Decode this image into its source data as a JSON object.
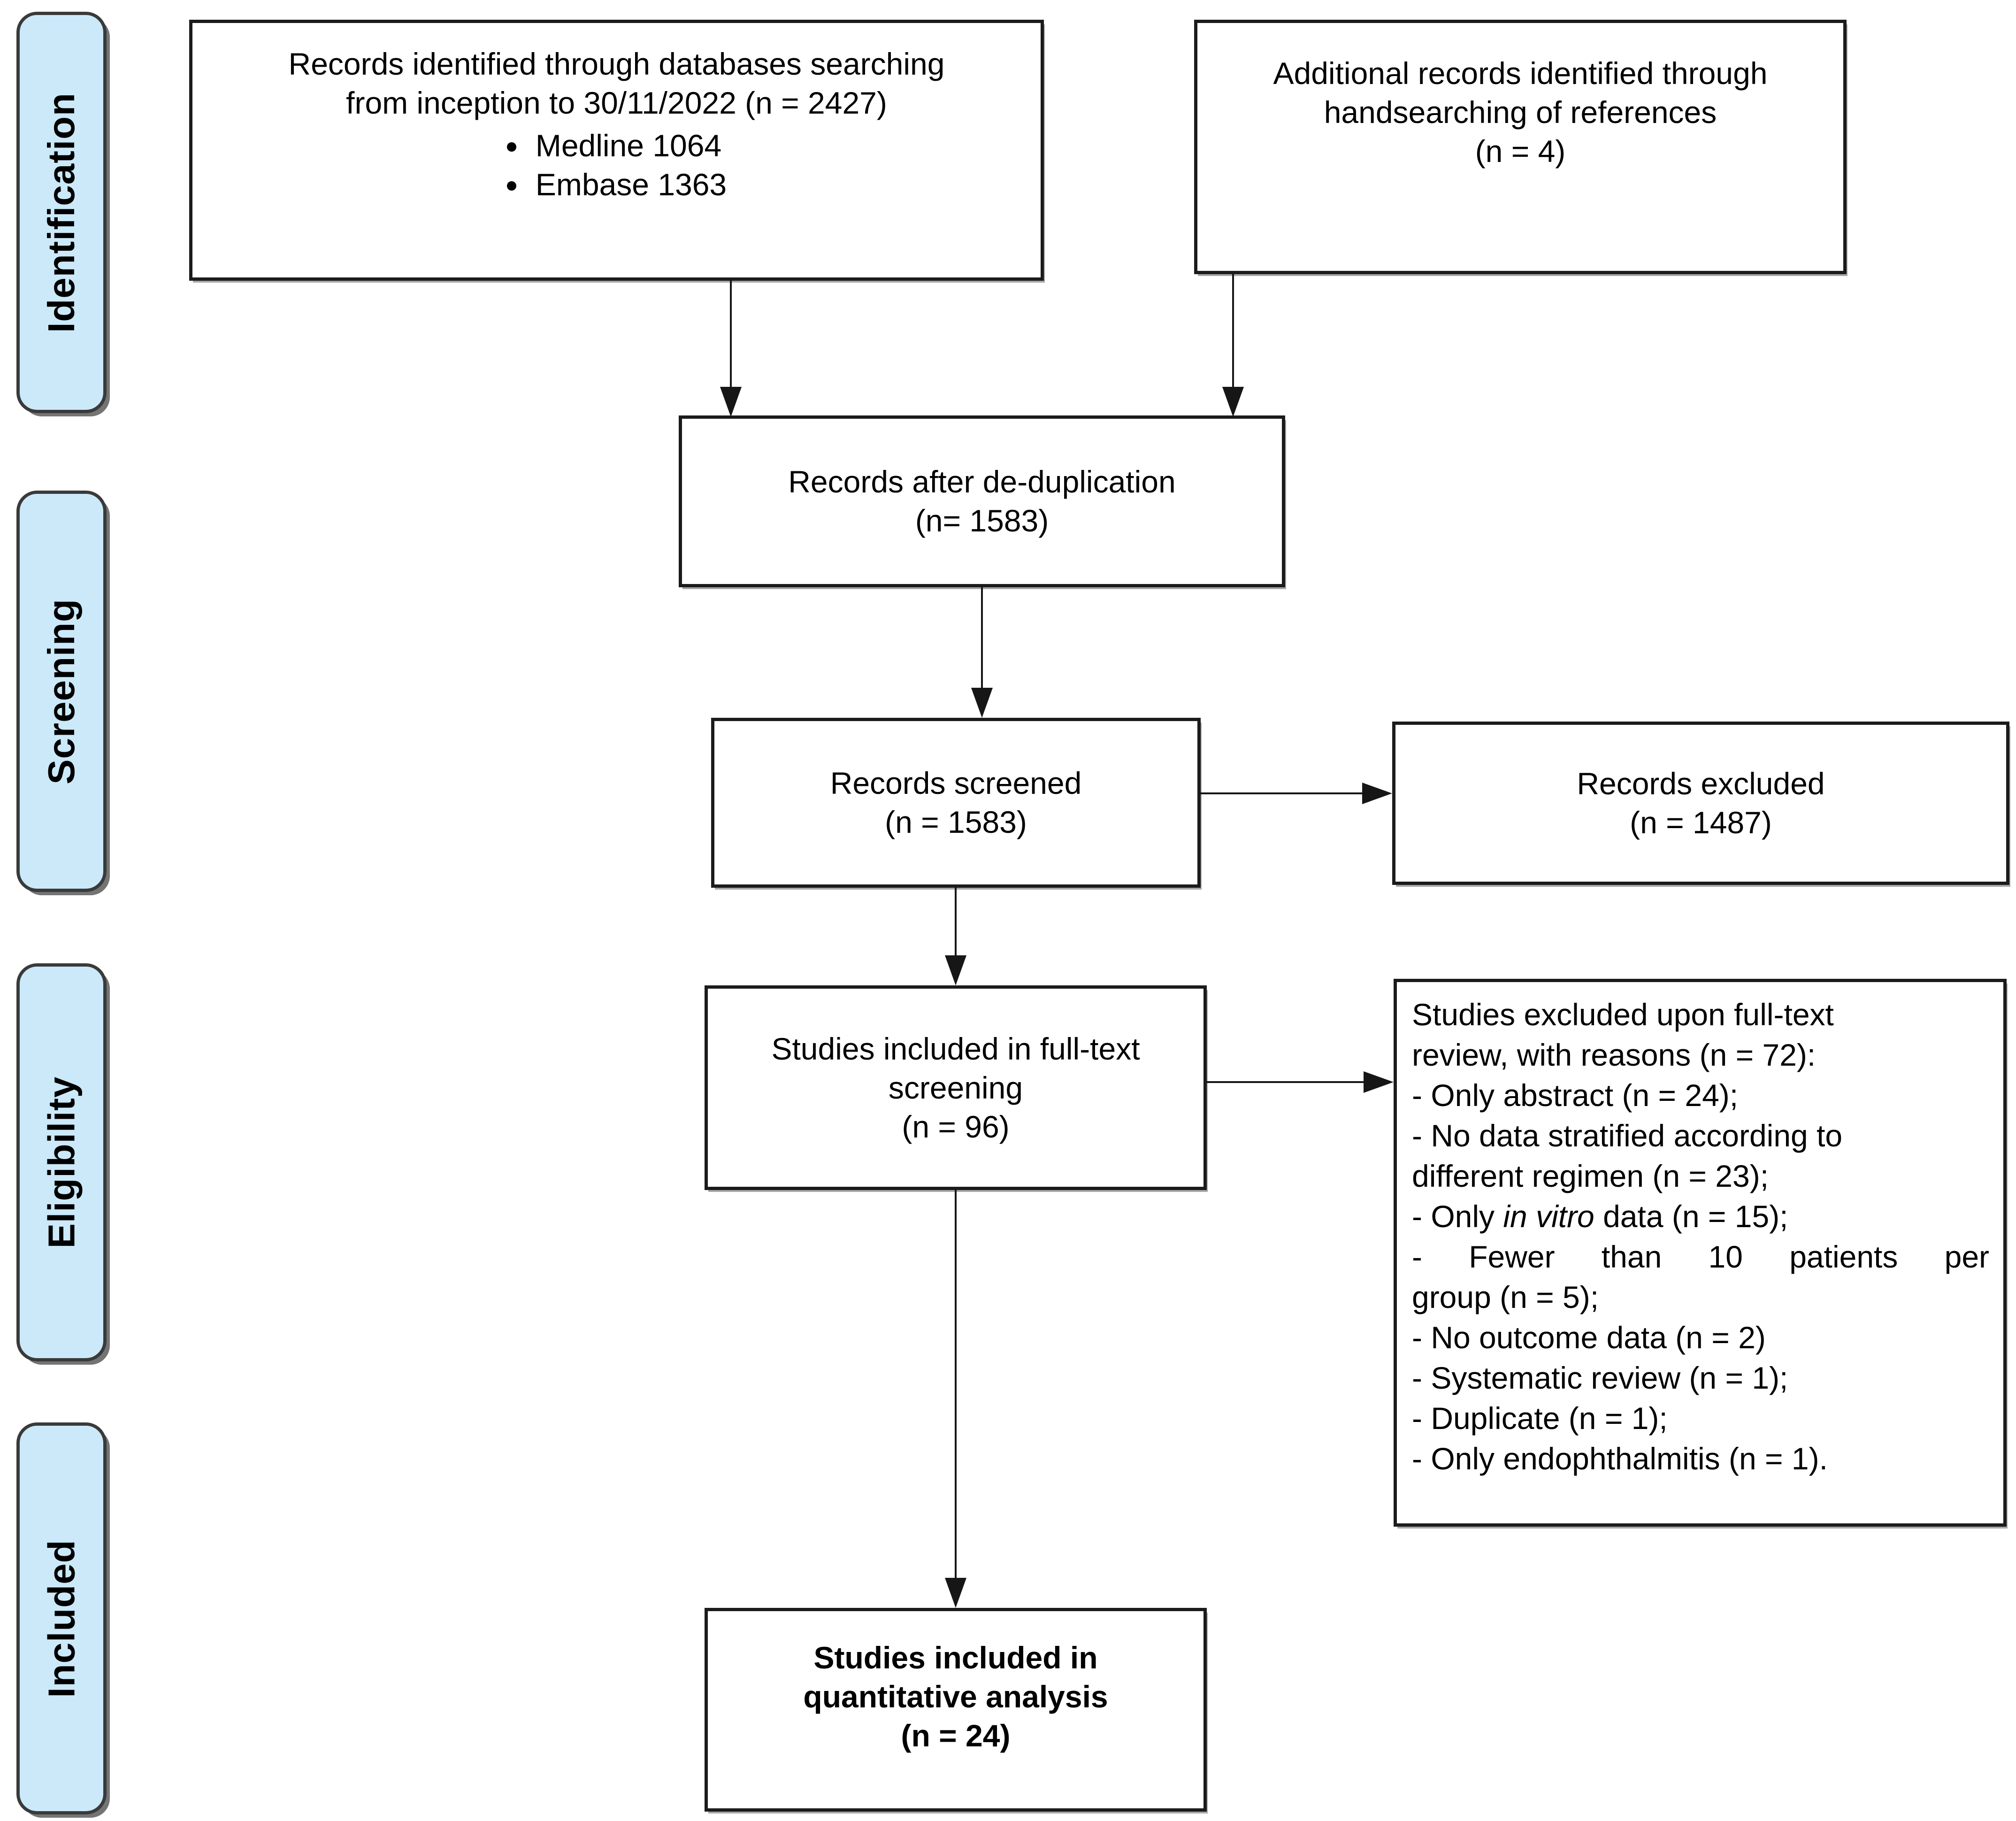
{
  "palette": {
    "sidebar_fill": "#cbe9f9",
    "sidebar_border": "#3a3a3a",
    "box_fill": "#ffffff",
    "box_border": "#1b1b1b",
    "connector": "#161616",
    "text": "#000000"
  },
  "sidebar": {
    "stages": [
      "Identification",
      "Screening",
      "Eligibility",
      "Included"
    ]
  },
  "flow": {
    "identified": {
      "lines": [
        "Records identified through databases searching",
        "from inception to 30/11/2022 (n = 2427)"
      ],
      "bullets": [
        "Medline 1064",
        "Embase 1363"
      ]
    },
    "additional": {
      "lines": [
        "Additional records identified through",
        "handsearching of references",
        "(n = 4)"
      ]
    },
    "dedup": {
      "lines": [
        "Records after de-duplication",
        "(n= 1583)"
      ]
    },
    "screened": {
      "lines": [
        "Records screened",
        "(n = 1583)"
      ]
    },
    "excluded": {
      "lines": [
        "Records excluded",
        "(n = 1487)"
      ]
    },
    "fulltext": {
      "lines": [
        "Studies included in full-text",
        "screening",
        "(n = 96)"
      ]
    },
    "reasons": {
      "lines": [
        {
          "text": "Studies excluded upon full-text"
        },
        {
          "text": "review, with reasons (n = 72):"
        },
        {
          "text": "- Only abstract (n = 24);"
        },
        {
          "text": "- No data stratified according to"
        },
        {
          "text": "different regimen (n = 23);"
        },
        {
          "pre": "- Only ",
          "italic": "in vitro",
          "post": " data (n = 15);"
        },
        {
          "text": "- Fewer than 10 patients per"
        },
        {
          "text": "group (n = 5);"
        },
        {
          "text": "- No outcome data (n = 2)"
        },
        {
          "text": "- Systematic review (n = 1);"
        },
        {
          "text": "- Duplicate (n = 1);"
        },
        {
          "text": "- Only endophthalmitis (n = 1)."
        }
      ]
    },
    "included": {
      "lines": [
        "Studies included in",
        "quantitative analysis",
        "(n = 24)"
      ]
    }
  }
}
